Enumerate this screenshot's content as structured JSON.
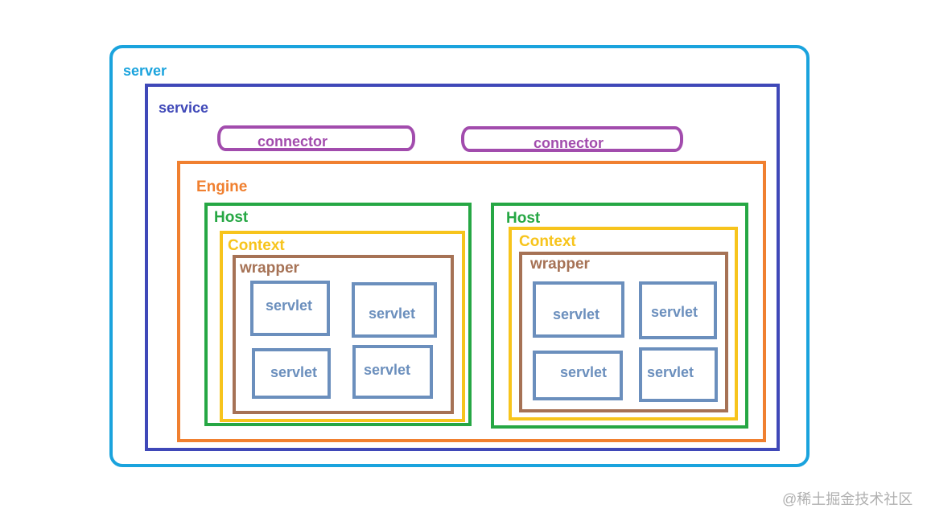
{
  "server": {
    "label": "server",
    "color": "#1aa3dd"
  },
  "service": {
    "label": "service",
    "color": "#3f48b8"
  },
  "connectors": [
    {
      "label": "connector"
    },
    {
      "label": "connector"
    }
  ],
  "connector_color": "#a24cad",
  "engine": {
    "label": "Engine",
    "color": "#f08030"
  },
  "hosts": [
    {
      "label": "Host",
      "context": {
        "label": "Context"
      },
      "wrapper": {
        "label": "wrapper"
      },
      "servlets": [
        "servlet",
        "servlet",
        "servlet",
        "servlet"
      ]
    },
    {
      "label": "Host",
      "context": {
        "label": "Context"
      },
      "wrapper": {
        "label": "wrapper"
      },
      "servlets": [
        "servlet",
        "servlet",
        "servlet",
        "servlet"
      ]
    }
  ],
  "colors": {
    "host": "#26a744",
    "context": "#f7c41c",
    "wrapper": "#a67255",
    "servlet": "#6b8fbd"
  },
  "watermark": "@稀土掘金技术社区"
}
